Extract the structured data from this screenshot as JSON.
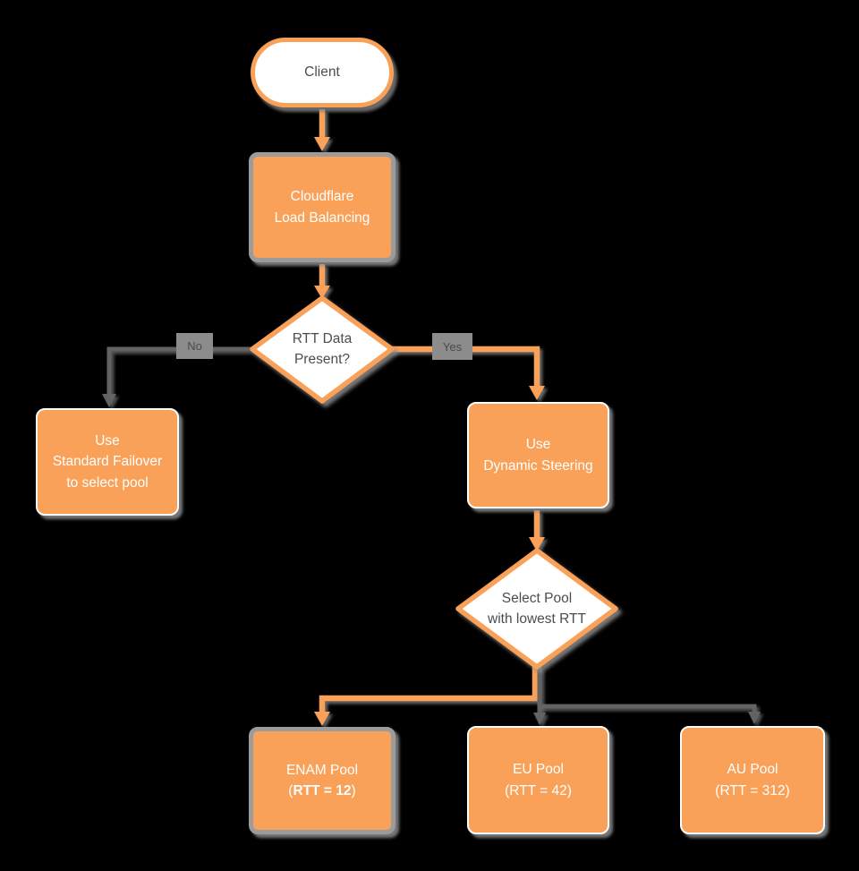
{
  "colors": {
    "orange": "#F9A159",
    "gray_connector": "#636363",
    "node_border_gray": "#9B9B9B",
    "text_dark": "#4D4D4D",
    "text_light": "#FFFFFF",
    "label_bg": "#8C8C8C",
    "label_text": "#4A4A4A",
    "shape_fill_white": "#FFFFFF"
  },
  "nodes": {
    "client": {
      "label": "Client"
    },
    "cloudflare_lb": {
      "label": "Cloudflare\nLoad Balancing"
    },
    "rtt_decision": {
      "label": "RTT Data\nPresent?"
    },
    "standard_failover": {
      "label": "Use\nStandard Failover\nto select pool"
    },
    "dynamic_steering": {
      "label": "Use\nDynamic Steering"
    },
    "select_pool": {
      "label": "Select Pool\nwith lowest RTT"
    },
    "enam_pool": {
      "line1": "ENAM Pool",
      "line2_pre": "(",
      "line2_bold": "RTT = 12",
      "line2_post": ")"
    },
    "eu_pool": {
      "line1": "EU Pool",
      "line2": "(RTT = 42)"
    },
    "au_pool": {
      "line1": "AU Pool",
      "line2": "(RTT = 312)"
    }
  },
  "edge_labels": {
    "no": "No",
    "yes": "Yes"
  }
}
